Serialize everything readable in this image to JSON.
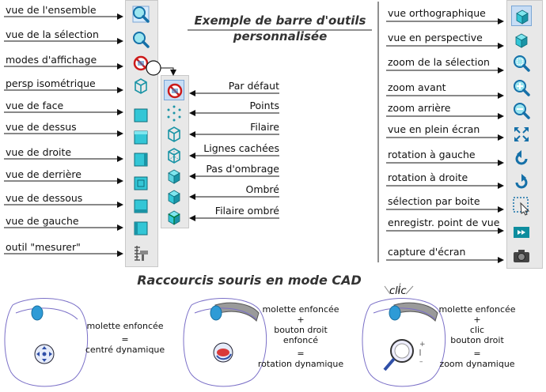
{
  "title": [
    "Exemple de barre d'outils",
    "personnalisée"
  ],
  "left_labels": [
    "vue de l'ensemble",
    "vue de la sélection",
    "modes d'affichage",
    "persp isométrique",
    "vue de face",
    "vue de dessus",
    "vue de droite",
    "vue de derrière",
    "vue de dessous",
    "vue de gauche",
    "outil \"mesurer\""
  ],
  "display_modes": [
    "Par défaut",
    "Points",
    "Filaire",
    "Lignes cachées",
    "Pas d'ombrage",
    "Ombré",
    "Filaire ombré"
  ],
  "right_labels": [
    "vue orthographique",
    "vue en perspective",
    "zoom de la sélection",
    "zoom avant",
    "zoom arrière",
    "vue en plein écran",
    "rotation à gauche",
    "rotation à droite",
    "sélection par boite",
    "enregistr. point de vue",
    "capture d'écran"
  ],
  "section_title": "Raccourcis souris en mode CAD",
  "clic_label": "clic",
  "mouse1": [
    "molette enfoncée",
    "=",
    "centré dynamique"
  ],
  "mouse2": [
    "molette enfoncée",
    "+",
    "bouton droit",
    "enfoncé",
    "=",
    "rotation dynamique"
  ],
  "mouse3": [
    "molette enfoncée",
    "+",
    "clic",
    "bouton droit",
    "=",
    "zoom dynamique"
  ],
  "colors": {
    "cube_face": "#33c6d6",
    "cube_top": "#7fe6ef",
    "cube_side": "#1a94a6",
    "accent_blue": "#2f6fd1",
    "red": "#cc1b1b",
    "toolbar": "#e8e8e8"
  }
}
